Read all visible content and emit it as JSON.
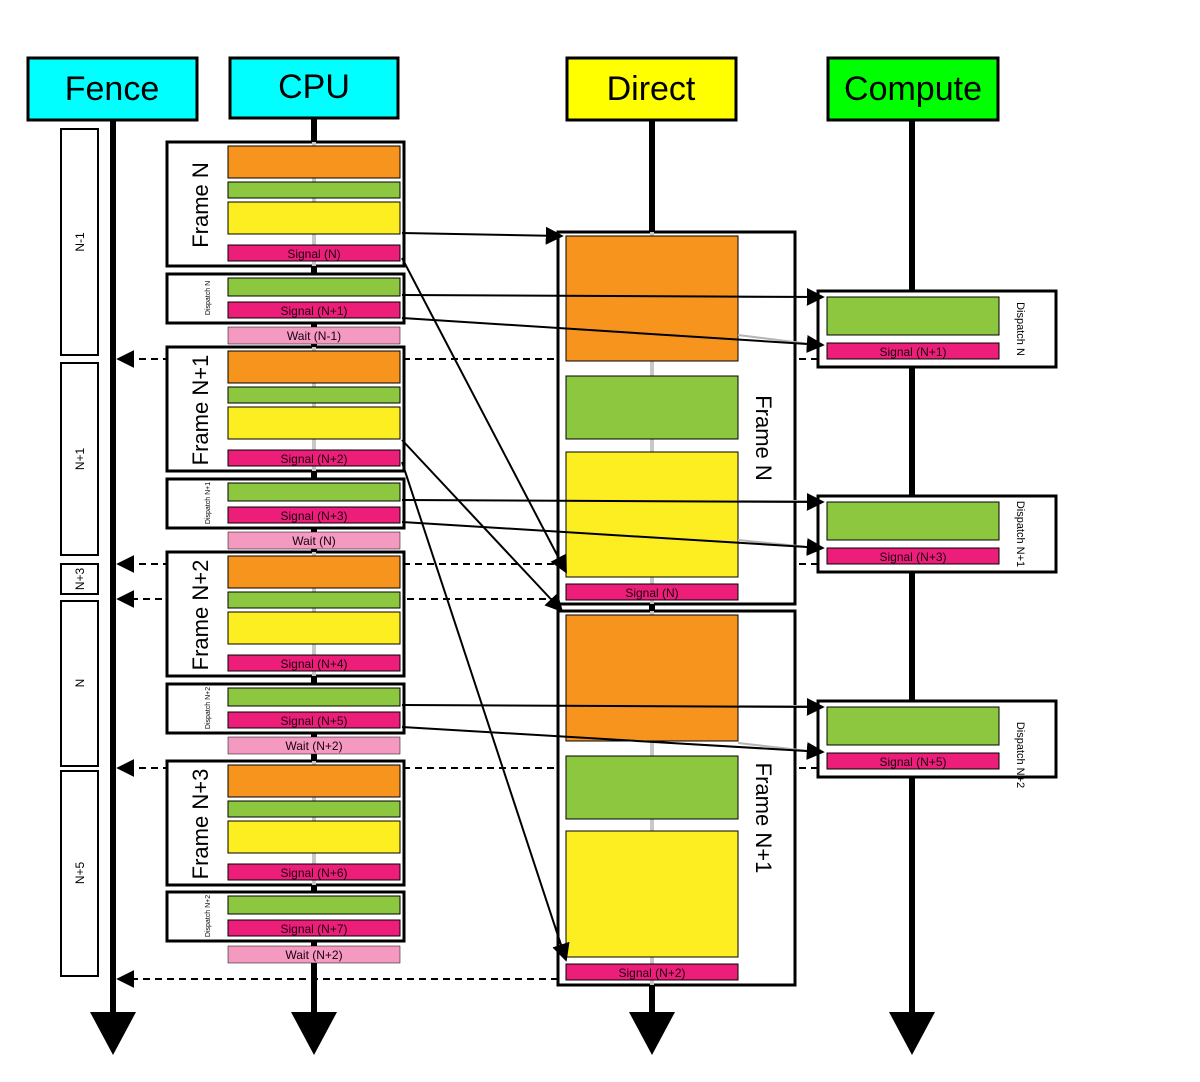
{
  "headers": {
    "fence": "Fence",
    "cpu": "CPU",
    "direct": "Direct",
    "compute": "Compute"
  },
  "colors": {
    "header_cyan": "#00ffff",
    "header_yellow": "#ffff00",
    "header_green": "#00ff00",
    "orange": "#f7941e",
    "green": "#8dc63f",
    "yellow": "#fcee21",
    "signal": "#ed1e79",
    "wait": "#f49ac1"
  },
  "fence_blocks": [
    "N-1",
    "N+1",
    "N+3",
    "N",
    "N+5"
  ],
  "cpu_frames": [
    {
      "label": "Frame N",
      "signal": "Signal (N)",
      "dispatch": "Dispatch N",
      "dispatch_signal": "Signal (N+1)",
      "wait": "Wait (N-1)"
    },
    {
      "label": "Frame N+1",
      "signal": "Signal (N+2)",
      "dispatch": "Dispatch N+1",
      "dispatch_signal": "Signal (N+3)",
      "wait": "Wait (N)"
    },
    {
      "label": "Frame N+2",
      "signal": "Signal (N+4)",
      "dispatch": "Dispatch N+2",
      "dispatch_signal": "Signal (N+5)",
      "wait": "Wait (N+2)"
    },
    {
      "label": "Frame N+3",
      "signal": "Signal (N+6)",
      "dispatch": "Dispatch N+2",
      "dispatch_signal": "Signal (N+7)",
      "wait": "Wait (N+2)"
    }
  ],
  "direct_frames": [
    {
      "label": "Frame N",
      "signal": "Signal (N)"
    },
    {
      "label": "Frame N+1",
      "signal": "Signal (N+2)"
    }
  ],
  "compute_dispatches": [
    {
      "label": "Dispatch N",
      "signal": "Signal (N+1)"
    },
    {
      "label": "Dispatch N+1",
      "signal": "Signal (N+3)"
    },
    {
      "label": "Dispatch N+2",
      "signal": "Signal (N+5)"
    }
  ]
}
